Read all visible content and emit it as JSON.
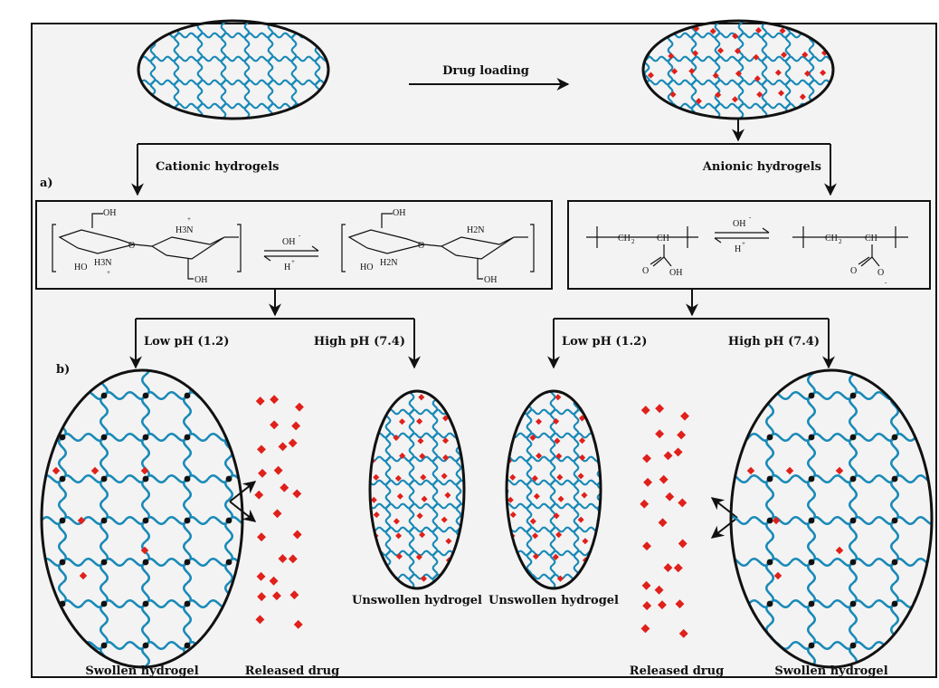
{
  "top": {
    "arrow_label": "Drug loading"
  },
  "section_a": {
    "marker": "a)",
    "left_label": "Cationic hydrogels",
    "right_label": "Anionic hydrogels",
    "cationic_eq": {
      "forward": "OH",
      "forward_sup": "-",
      "backward": "H",
      "backward_sup": "+",
      "oh_1": "OH",
      "ho_1": "HO",
      "nh3_1": "H3N",
      "plus_1": "+",
      "nh3_2": "H3N",
      "plus_2": "+",
      "oh_2": "OH",
      "oh_3": "OH",
      "ho_2": "HO",
      "h2n_1": "H2N",
      "h2n_2": "H2N",
      "oh_4": "OH",
      "o": "O"
    },
    "anionic_eq": {
      "forward": "OH",
      "forward_sup": "-",
      "backward": "H",
      "backward_sup": "+",
      "ch2": "CH",
      "ch": "CH",
      "o": "O",
      "oh": "OH",
      "o_minus": "O",
      "minus": "-",
      "sub2": "2"
    }
  },
  "section_b": {
    "marker": "b)",
    "low_ph_left": "Low pH (1.2)",
    "high_ph_left": "High pH (7.4)",
    "low_ph_right": "Low pH (1.2)",
    "high_ph_right": "High pH (7.4)",
    "swollen_left": "Swollen hydrogel",
    "released_left": "Released drug",
    "unswollen_left": "Unswollen hydrogel",
    "unswollen_right": "Unswollen hydrogel",
    "released_right": "Released drug",
    "swollen_right": "Swollen hydrogel"
  },
  "colors": {
    "polymer": "#1a8ab8",
    "drug": "#e0201a",
    "crosslink": "#111111",
    "frame": "#111111",
    "background": "#f3f3f3"
  }
}
